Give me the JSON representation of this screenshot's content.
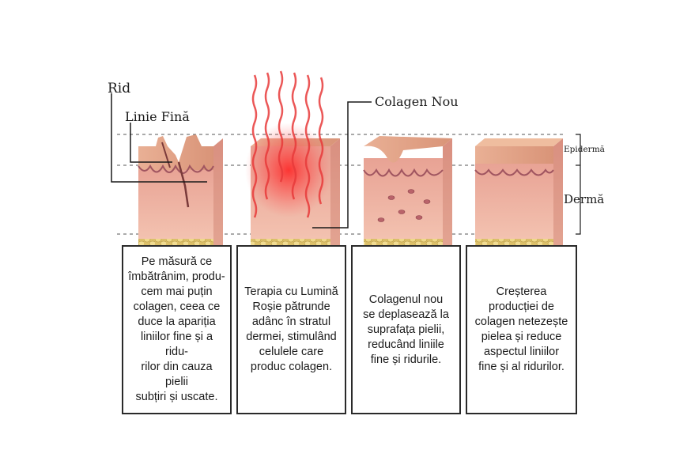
{
  "labels": {
    "rid": "Rid",
    "linie_fina": "Linie Fină",
    "colagen_nou": "Colagen Nou",
    "epiderma": "Epidermă",
    "derma": "Dermă"
  },
  "captions": [
    "Pe măsură ce\nîmbătrânim, produ-\ncem mai puțin\ncolagen, ceea ce\nduce la apariția\nliniilor fine și a ridu-\nrilor din cauza pielii\nsubțiri și uscate.",
    "Terapia cu Lumină\nRoșie pătrunde\nadânc în stratul\ndermei, stimulând\ncelulele care\nproduc colagen.",
    "Colagenul nou\nse deplasează la\nsuprafața pielii,\nreducând liniile\nfine și ridurile.",
    "Creșterea\nproducției de\ncolagen netezește\npielea și reduce\naspectul liniilor\nfine și al ridurilor."
  ],
  "colors": {
    "epidermis": "#e6a88e",
    "dermis": "#ecaea0",
    "fat": "#e9cf7c",
    "red_light": "#e83a3a"
  }
}
